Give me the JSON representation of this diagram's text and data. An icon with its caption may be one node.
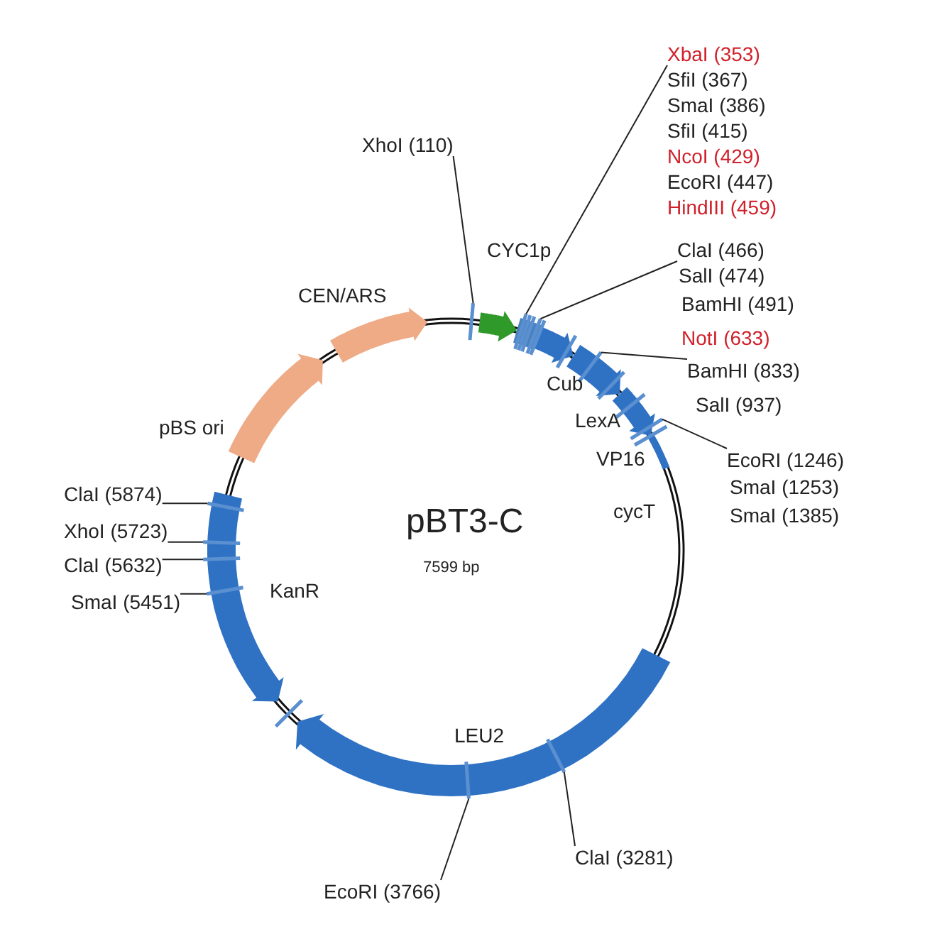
{
  "diagram": {
    "nodes": [
      {
        "text": [
          "XbaI (353)"
        ]
      },
      {
        "text": [
          "XhoI (110)"
        ]
      },
      {
        "text": [
          "ClaI (466)"
        ]
      },
      {
        "text": [
          "BamHI (833)"
        ]
      },
      {
        "text": [
          "EcoRI (1246)"
        ]
      },
      {
        "text": [
          "ClaI (5874)"
        ]
      },
      {
        "text": [
          "XhoI (5723)"
        ]
      },
      {
        "text": [
          "ClaI (5632)"
        ]
      },
      {
        "text": [
          "SmaI (5451)"
        ]
      },
      {
        "text": [
          "ClaI (3281)"
        ]
      },
      {
        "text": [
          "EcoRI (3766)"
        ]
      },
      {
        "text": [],
        "shape": "bar"
      },
      {
        "text": [],
        "shape": "bar"
      },
      {
        "text": [],
        "shape": "bar"
      },
      {
        "text": [],
        "shape": "bar"
      },
      {
        "text": [],
        "shape": "bar"
      },
      {
        "text": [],
        "shape": "bar"
      },
      {
        "text": [],
        "shape": "bar"
      },
      {
        "text": [],
        "shape": "bar"
      },
      {
        "text": [],
        "shape": "bar"
      },
      {
        "text": [],
        "shape": "bar"
      },
      {
        "text": [],
        "shape": "bar"
      }
    ],
    "edges": [
      {
        "from": 0,
        "to": 11,
        "arrow": "none"
      },
      {
        "from": 1,
        "to": 12,
        "arrow": "none"
      },
      {
        "from": 2,
        "to": 13,
        "arrow": "none"
      },
      {
        "from": 3,
        "to": 14,
        "arrow": "none"
      },
      {
        "from": 4,
        "to": 15,
        "arrow": "none"
      },
      {
        "from": 5,
        "to": 16,
        "arrow": "none"
      },
      {
        "from": 6,
        "to": 17,
        "arrow": "none"
      },
      {
        "from": 7,
        "to": 18,
        "arrow": "none"
      },
      {
        "from": 8,
        "to": 19,
        "arrow": "none"
      },
      {
        "from": 9,
        "to": 20,
        "arrow": "none"
      },
      {
        "from": 10,
        "to": 21,
        "arrow": "none"
      }
    ],
    "labels": [
      "SfiI (367)",
      "SmaI (386)",
      "SfiI (415)",
      "NcoI (429)",
      "EcoRI (447)",
      "HindIII (459)",
      "CYC1p",
      "SalI (474)",
      "BamHI (491)",
      "CEN/ARS",
      "NotI (633)",
      "Cub",
      "SalI (937)",
      "LexA",
      "pBS ori",
      "VP16",
      "SmaI (1253)",
      "SmaI (1385)",
      "cycT",
      "pBT3-C",
      "7599 bp",
      "KanR",
      "LEU2"
    ]
  }
}
